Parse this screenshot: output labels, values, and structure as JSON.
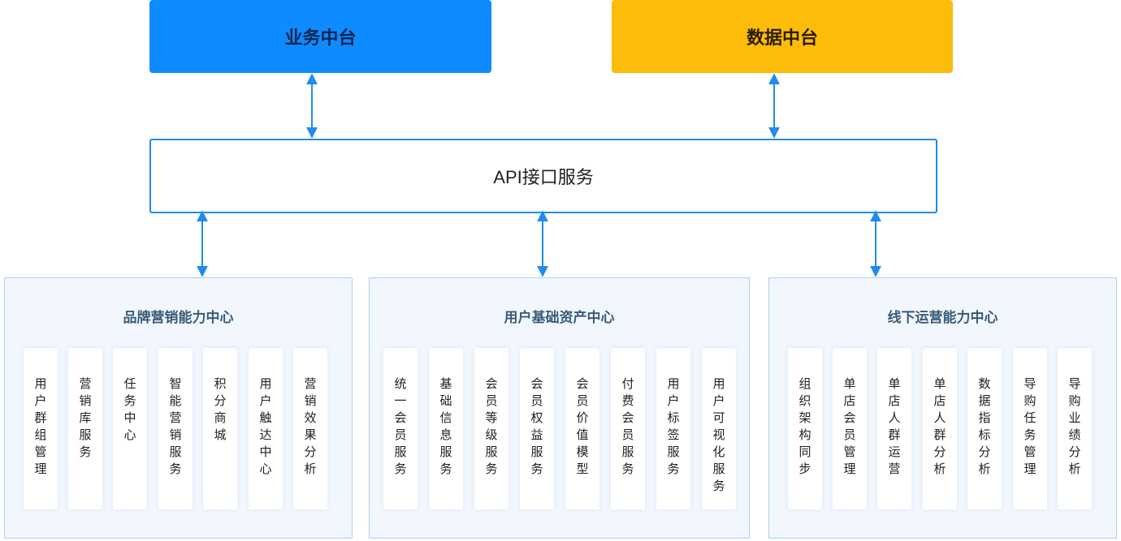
{
  "top": {
    "business_platform": "业务中台",
    "data_platform": "数据中台"
  },
  "api": {
    "label": "API接口服务"
  },
  "panels": [
    {
      "title": "品牌营销能力中心",
      "items": [
        "用户群组管理",
        "营销库服务",
        "任务中心",
        "智能营销服务",
        "积分商城",
        "用户触达中心",
        "营销效果分析"
      ]
    },
    {
      "title": "用户基础资产中心",
      "items": [
        "统一会员服务",
        "基础信息服务",
        "会员等级服务",
        "会员权益服务",
        "会员价值模型",
        "付费会员服务",
        "用户标签服务",
        "用户可视化服务"
      ]
    },
    {
      "title": "线下运营能力中心",
      "items": [
        "组织架构同步",
        "单店会员管理",
        "单店人群运营",
        "单店人群分析",
        "数据指标分析",
        "导购任务管理",
        "导购业绩分析"
      ]
    }
  ],
  "colors": {
    "business": "#0e8bff",
    "data": "#fdbc0a",
    "arrow": "#1f8ceb",
    "panel_border": "#a9d0f5",
    "panel_bg": "#f2f7fd"
  }
}
